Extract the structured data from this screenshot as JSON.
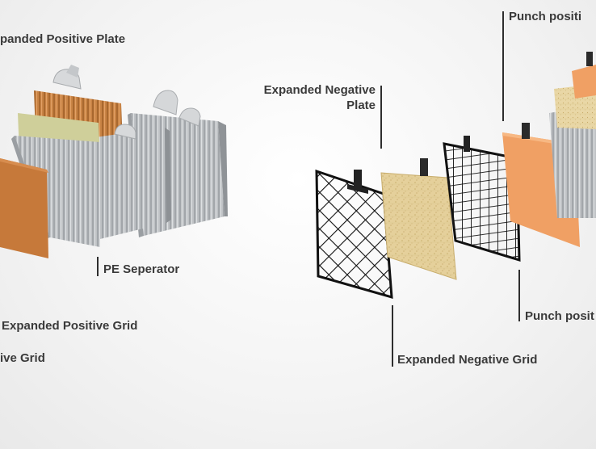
{
  "labels": {
    "expanded_positive_plate": "panded Positive Plate",
    "pe_separator": "PE Seperator",
    "expanded_positive_grid": "Expanded Positive Grid",
    "negative_grid_left": "ive Grid",
    "expanded_negative_plate_line1": "Expanded Negative",
    "expanded_negative_plate_line2": "Plate",
    "punch_positive_top": "Punch positi",
    "punch_positive_bottom": "Punch posit",
    "expanded_negative_grid": "Expanded Negative Grid"
  },
  "colors": {
    "positive_plate": "#c9803f",
    "separator": "#b9bcbf",
    "separator_green": "#cfcf9a",
    "negative_plate": "#e3cf98",
    "punch_plate": "#f2a060",
    "grid_line": "#111111",
    "leader_line": "#2e2e2e",
    "text": "#3a3a3a"
  }
}
